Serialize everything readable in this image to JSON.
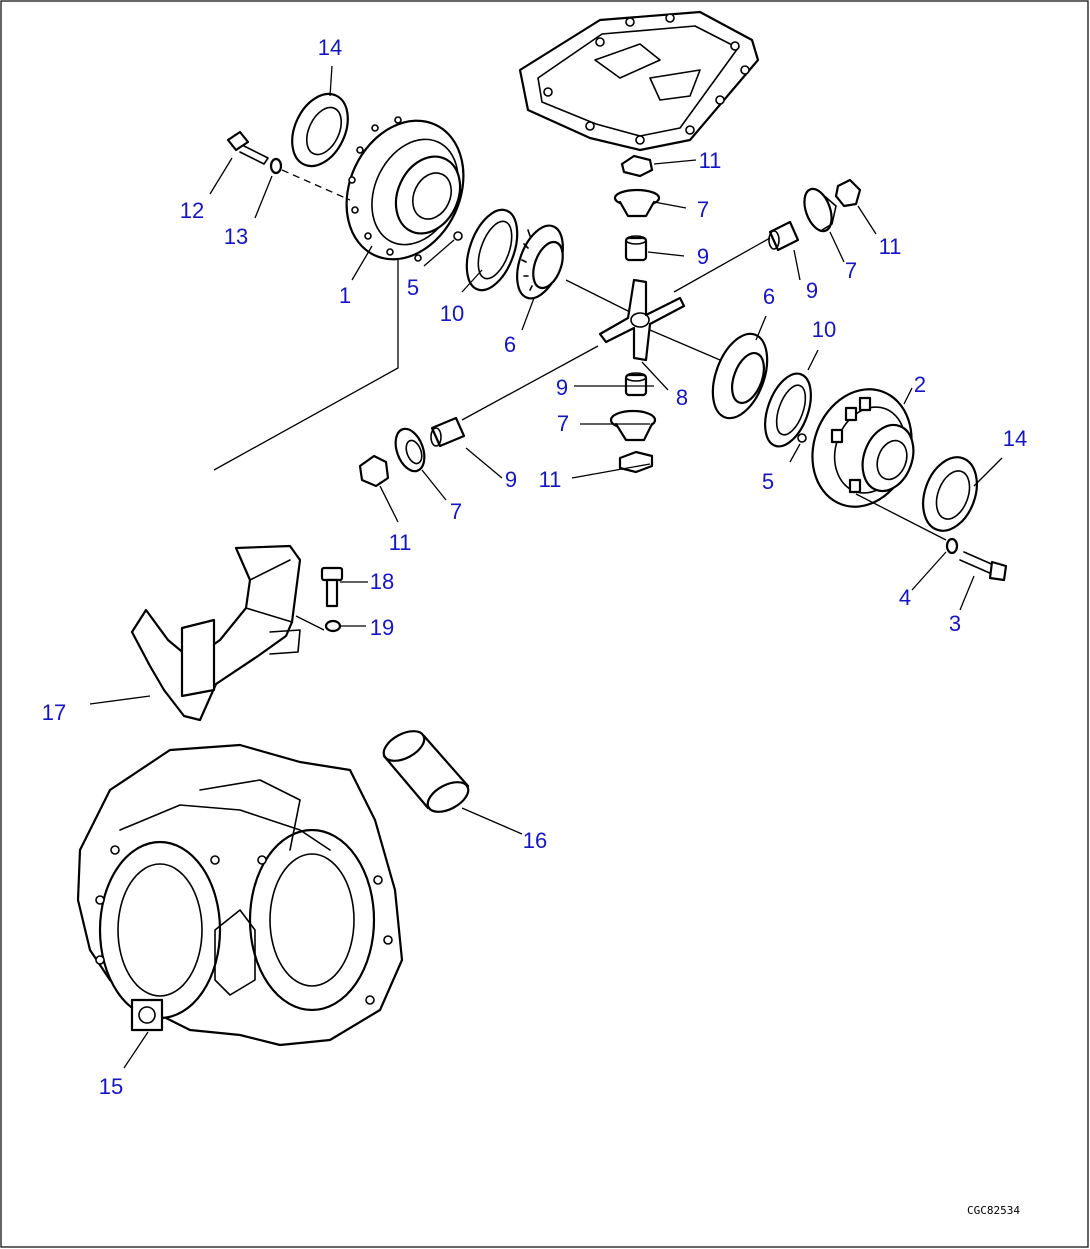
{
  "callouts": {
    "c1": "1",
    "c2": "2",
    "c3": "3",
    "c4": "4",
    "c5a": "5",
    "c5b": "5",
    "c6a": "6",
    "c6b": "6",
    "c7a": "7",
    "c7b": "7",
    "c7c": "7",
    "c7d": "7",
    "c8": "8",
    "c9a": "9",
    "c9b": "9",
    "c9c": "9",
    "c9d": "9",
    "c10a": "10",
    "c10b": "10",
    "c11a": "11",
    "c11b": "11",
    "c11c": "11",
    "c11d": "11",
    "c12": "12",
    "c13": "13",
    "c14a": "14",
    "c14b": "14",
    "c15": "15",
    "c16": "16",
    "c17": "17",
    "c18": "18",
    "c19": "19"
  },
  "drawing_id": "CGC82534",
  "colors": {
    "callout": "#1515c8",
    "line": "#000000",
    "background": "#ffffff"
  }
}
